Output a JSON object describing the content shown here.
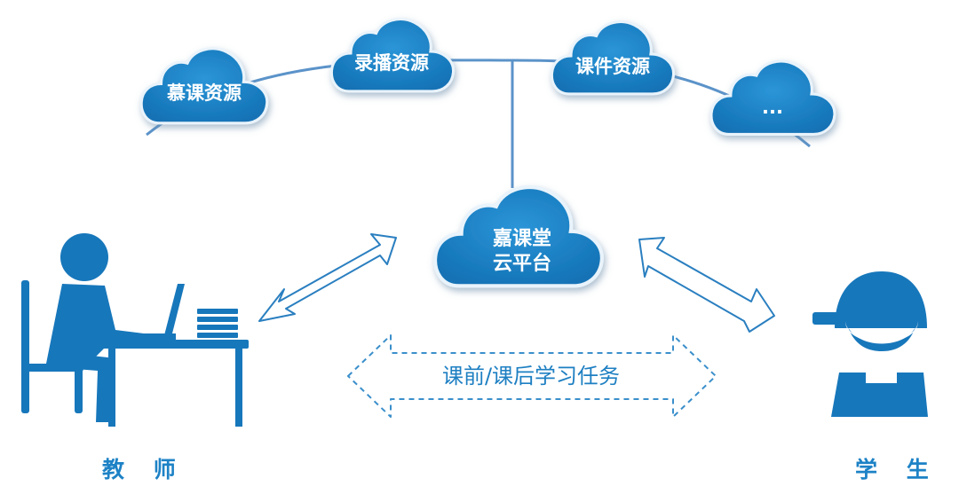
{
  "resources": {
    "mooc": "慕课资源",
    "recorded": "录播资源",
    "courseware": "课件资源",
    "more": "..."
  },
  "platform": {
    "line1": "嘉课堂",
    "line2": "云平台"
  },
  "task_label": "课前/课后学习任务",
  "roles": {
    "teacher": "教 师",
    "student": "学 生"
  },
  "colors": {
    "primary": "#1777bb",
    "cloud_light": "#2a8fd3",
    "line": "#5b93c9",
    "text_blue": "#1d82c6"
  }
}
